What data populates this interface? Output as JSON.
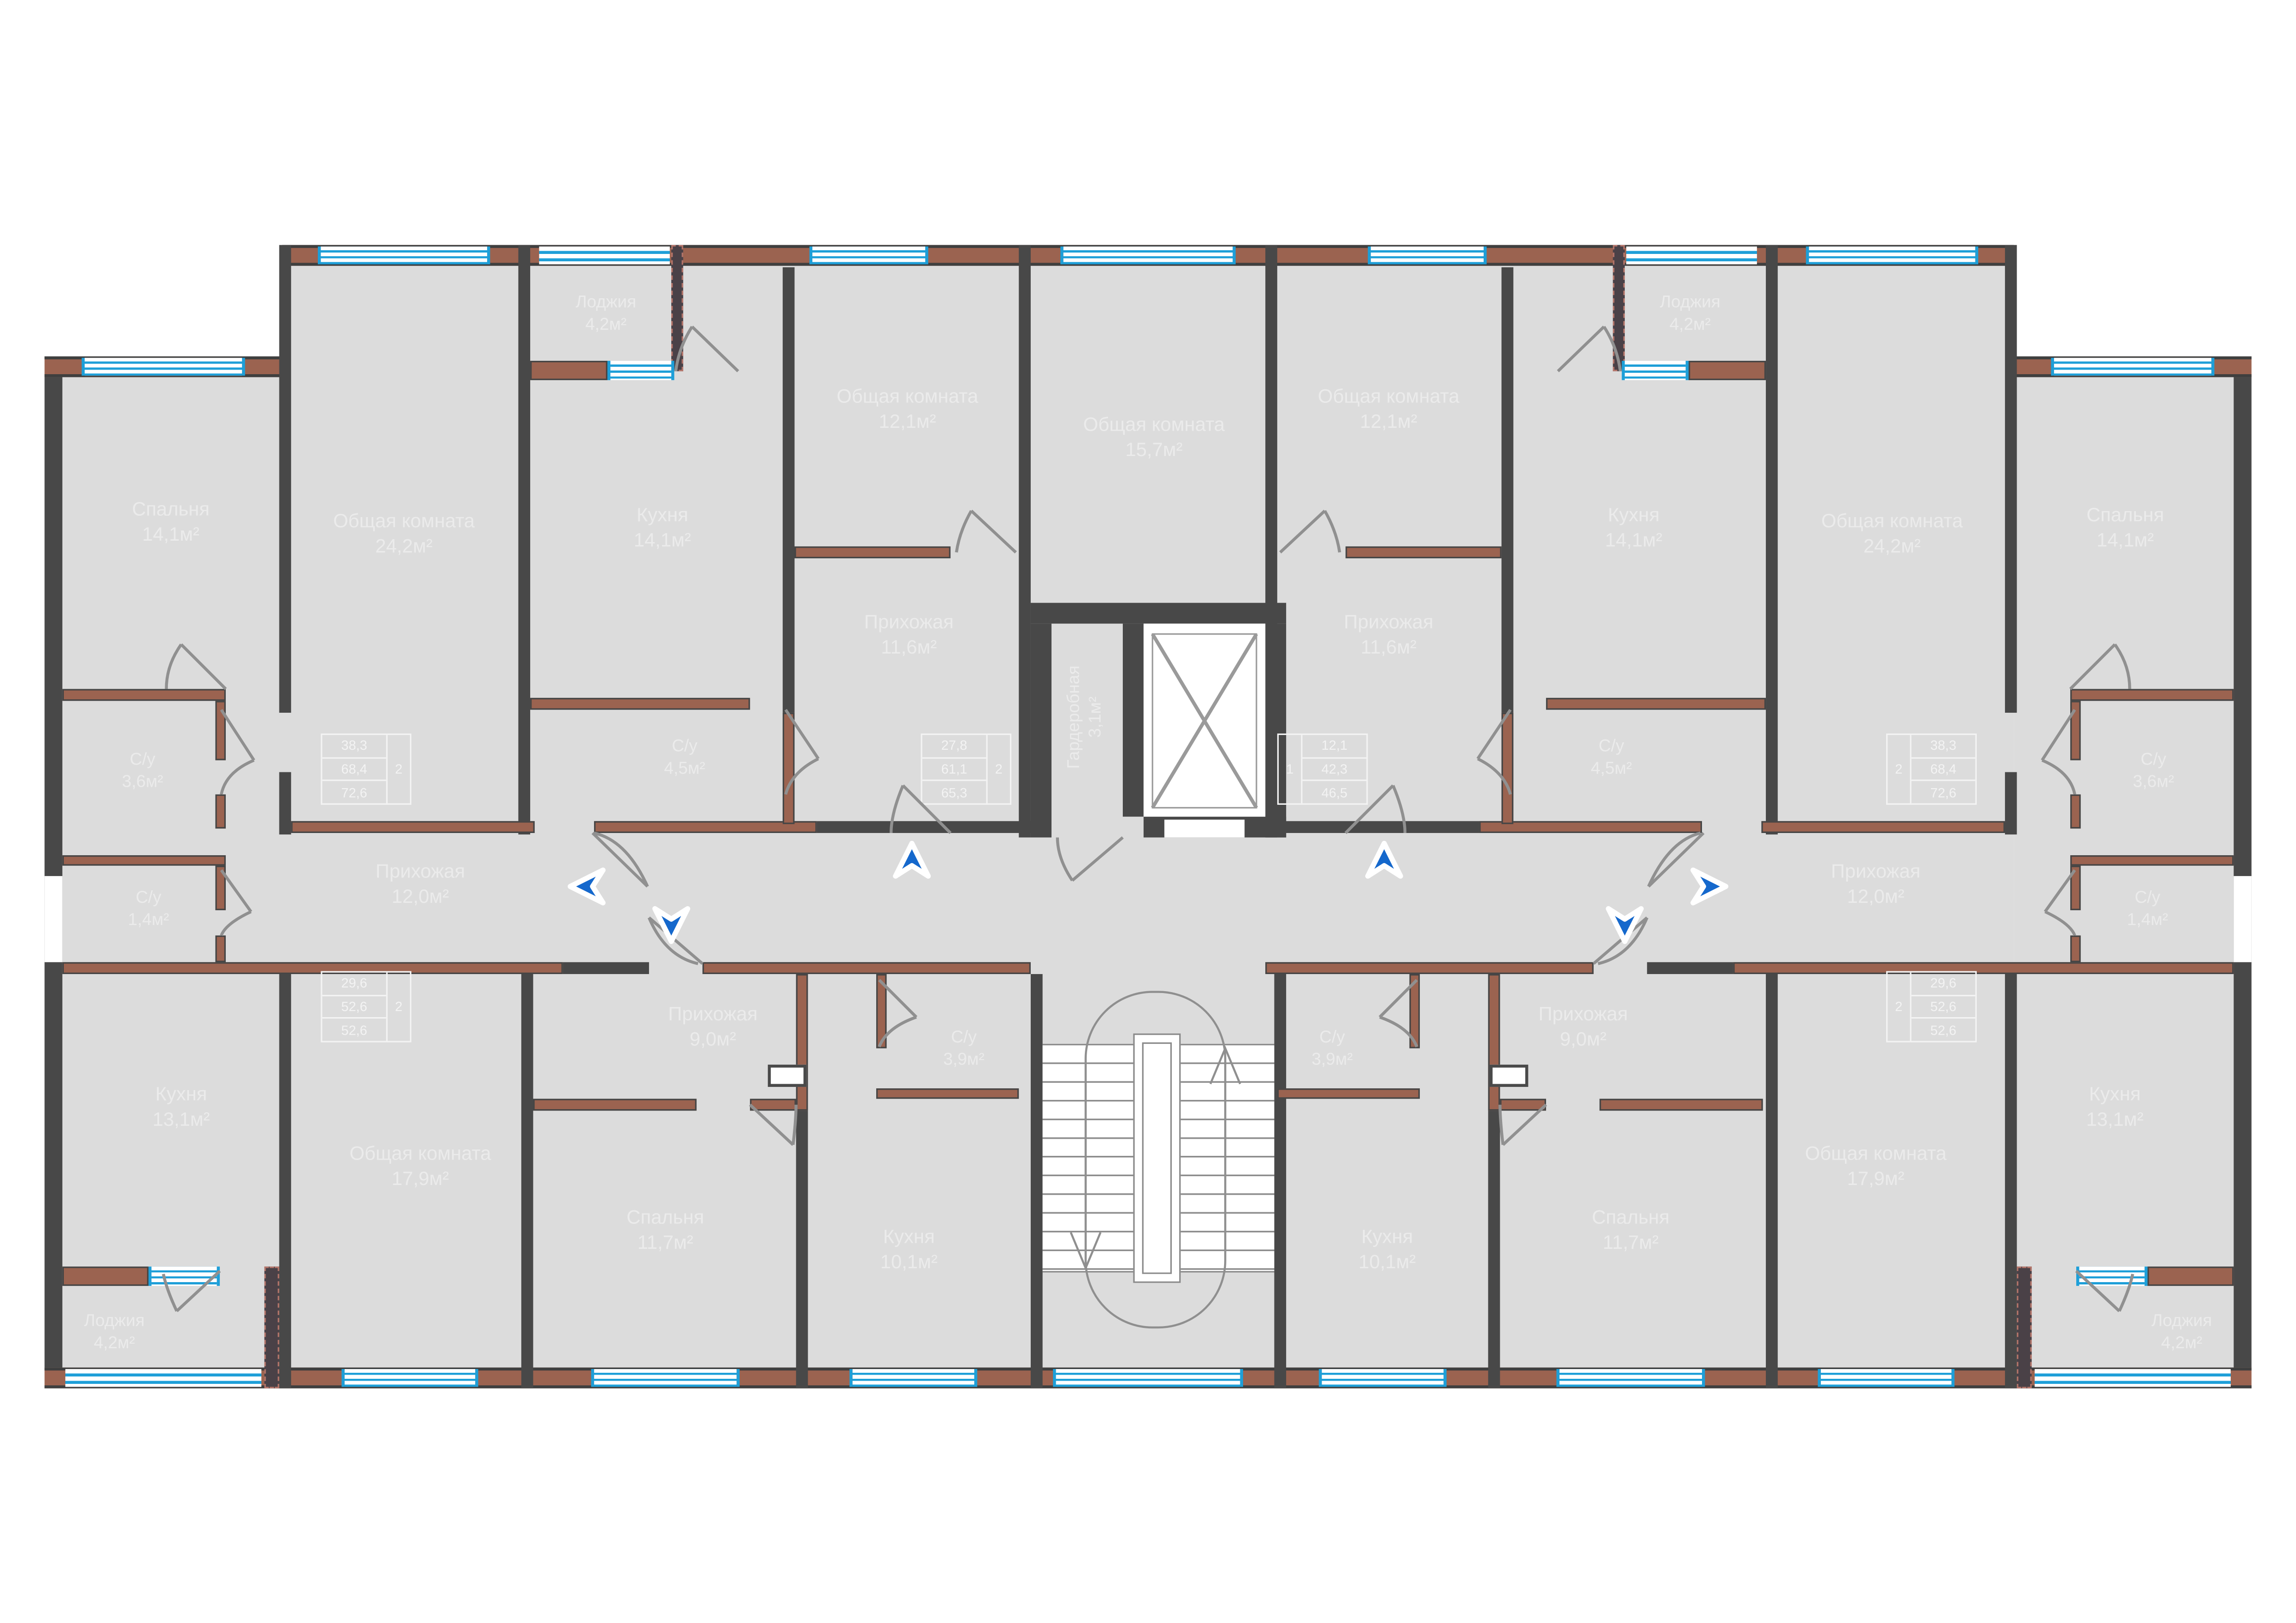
{
  "palette": {
    "floor": "#dcdcdc",
    "wall_dark": "#484848",
    "wall_partition": "#9b6350",
    "window_glass": "#1e9fd8",
    "entrance_arrow": "#1568cc",
    "label_text": "#ebebeb",
    "door_arc": "#909090"
  },
  "rooms": [
    {
      "name": "Спальня",
      "area": "14,1м²"
    },
    {
      "name": "Общая комната",
      "area": "24,2м²"
    },
    {
      "name": "Лоджия",
      "area": "4,2м²"
    },
    {
      "name": "Кухня",
      "area": "14,1м²"
    },
    {
      "name": "Общая комната",
      "area": "12,1м²"
    },
    {
      "name": "Общая комната",
      "area": "15,7м²"
    },
    {
      "name": "Прихожая",
      "area": "11,6м²"
    },
    {
      "name": "С/у",
      "area": "4,5м²"
    },
    {
      "name": "Гардеробная",
      "area": "3,1м²"
    },
    {
      "name": "С/у",
      "area": "3,6м²"
    },
    {
      "name": "С/у",
      "area": "1,4м²"
    },
    {
      "name": "Прихожая",
      "area": "12,0м²"
    },
    {
      "name": "Кухня",
      "area": "13,1м²"
    },
    {
      "name": "Общая комната",
      "area": "17,9м²"
    },
    {
      "name": "Лоджия",
      "area": "4,2м²"
    },
    {
      "name": "Прихожая",
      "area": "9,0м²"
    },
    {
      "name": "С/у",
      "area": "3,9м²"
    },
    {
      "name": "Спальня",
      "area": "11,7м²"
    },
    {
      "name": "Кухня",
      "area": "10,1м²"
    },
    {
      "name": "Общая комната",
      "area": "12,1м²"
    },
    {
      "name": "Прихожая",
      "area": "11,6м²"
    },
    {
      "name": "Кухня",
      "area": "14,1м²"
    },
    {
      "name": "Лоджия",
      "area": "4,2м²"
    },
    {
      "name": "Общая комната",
      "area": "24,2м²"
    },
    {
      "name": "Спальня",
      "area": "14,1м²"
    },
    {
      "name": "С/у",
      "area": "4,5м²"
    },
    {
      "name": "С/у",
      "area": "3,6м²"
    },
    {
      "name": "С/у",
      "area": "1,4м²"
    },
    {
      "name": "Прихожая",
      "area": "12,0м²"
    },
    {
      "name": "С/у",
      "area": "3,9м²"
    },
    {
      "name": "Прихожая",
      "area": "9,0м²"
    },
    {
      "name": "Кухня",
      "area": "10,1м²"
    },
    {
      "name": "Спальня",
      "area": "11,7м²"
    },
    {
      "name": "Общая комната",
      "area": "17,9м²"
    },
    {
      "name": "Кухня",
      "area": "13,1м²"
    },
    {
      "name": "Лоджия",
      "area": "4,2м²"
    }
  ],
  "tables": [
    {
      "apartment": "2",
      "rows": [
        "38,3",
        "68,4",
        "72,6"
      ]
    },
    {
      "apartment": "2",
      "rows": [
        "27,8",
        "61,1",
        "65,3"
      ]
    },
    {
      "apartment": "1",
      "rows": [
        "12,1",
        "42,3",
        "46,5"
      ]
    },
    {
      "apartment": "2",
      "rows": [
        "38,3",
        "68,4",
        "72,6"
      ]
    },
    {
      "apartment": "2",
      "rows": [
        "29,6",
        "52,6",
        "52,6"
      ]
    },
    {
      "apartment": "2",
      "rows": [
        "29,6",
        "52,6",
        "52,6"
      ]
    }
  ],
  "arrows": [
    "left",
    "down",
    "up",
    "up",
    "down",
    "right"
  ]
}
